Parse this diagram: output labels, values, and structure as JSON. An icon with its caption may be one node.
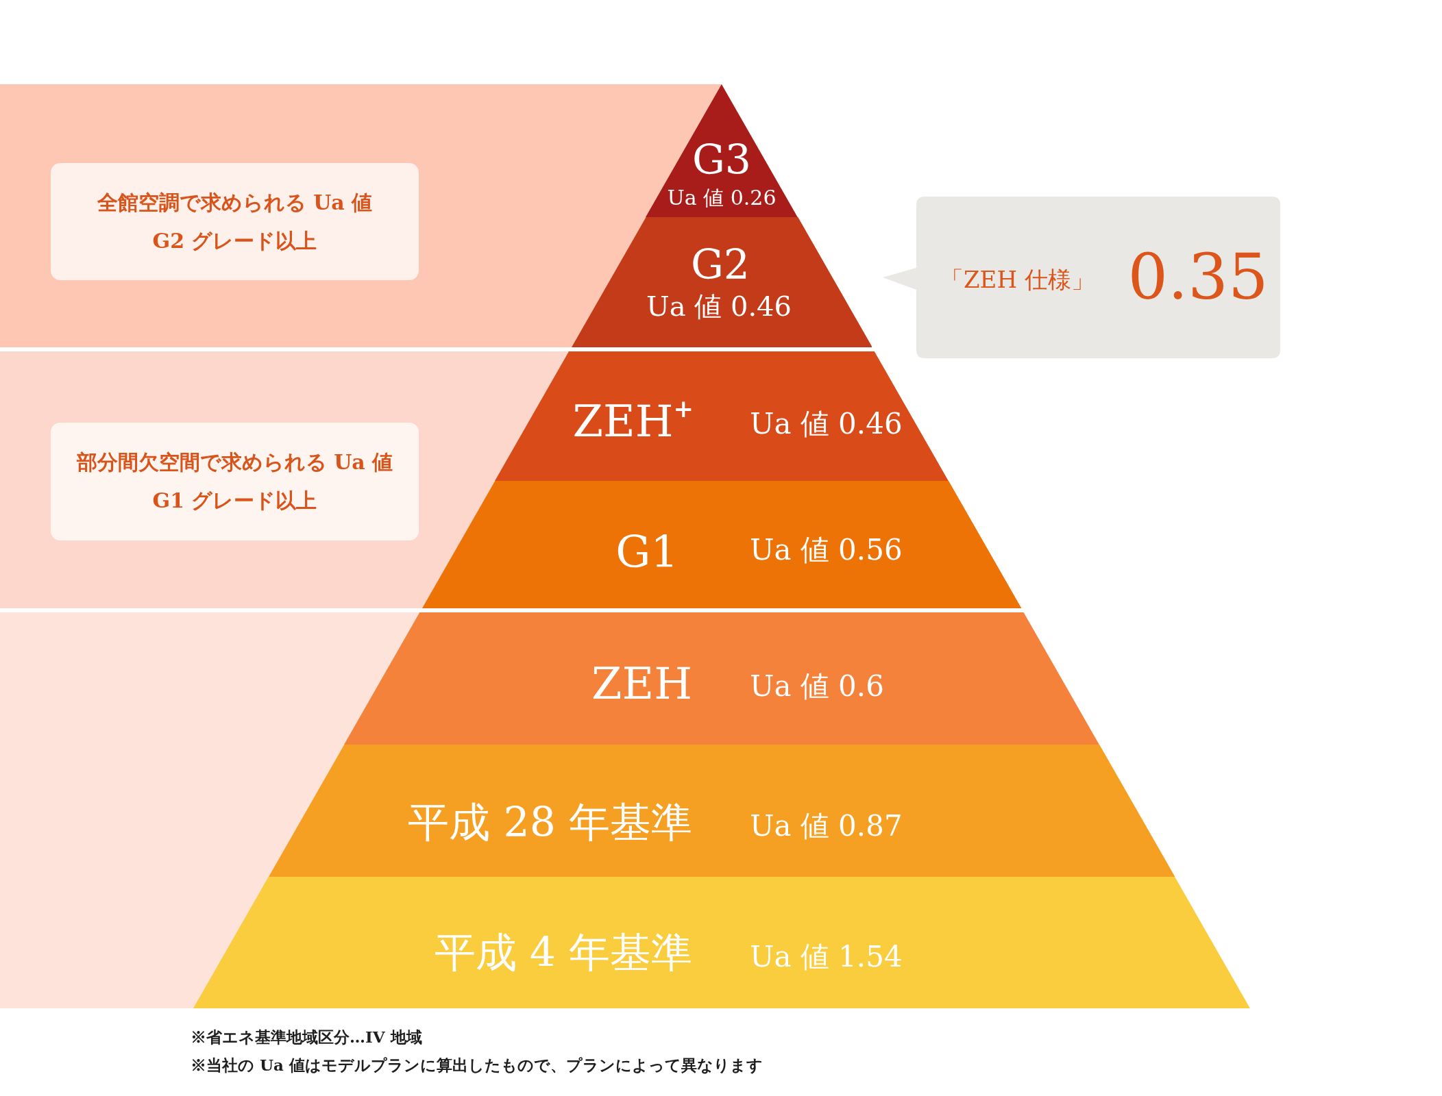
{
  "diagram": {
    "nodes": [
      {
        "text": [
          "全館空調で求められる Ua 値",
          "G2 グレード以上"
        ]
      },
      {
        "text": [
          "G3",
          "Ua 値 0.26"
        ]
      },
      {
        "text": [
          "G2",
          "Ua 値 0.46"
        ]
      },
      {
        "text": [
          "「ZEH 仕様」",
          "0.35"
        ]
      },
      {
        "text": [
          "部分間欠空間で求められる Ua 値",
          "G1 グレード以上"
        ]
      },
      {
        "text": [
          "ZEH$^{+}$",
          "Ua 値 0.46"
        ]
      },
      {
        "text": [
          "G1",
          "Ua 値 0.56"
        ]
      },
      {
        "text": [
          "ZEH",
          "Ua 値 0.6"
        ]
      },
      {
        "text": [
          "平成 28 年基準",
          "Ua 値 0.87"
        ]
      },
      {
        "text": [
          "平成 4 年基準",
          "Ua 値 1.54"
        ]
      }
    ],
    "labels": [
      "※省エネ基準地域区分…IV 地域",
      "※当社の Ua 値はモデルプランに算出したもので、プランによって異なります"
    ]
  }
}
